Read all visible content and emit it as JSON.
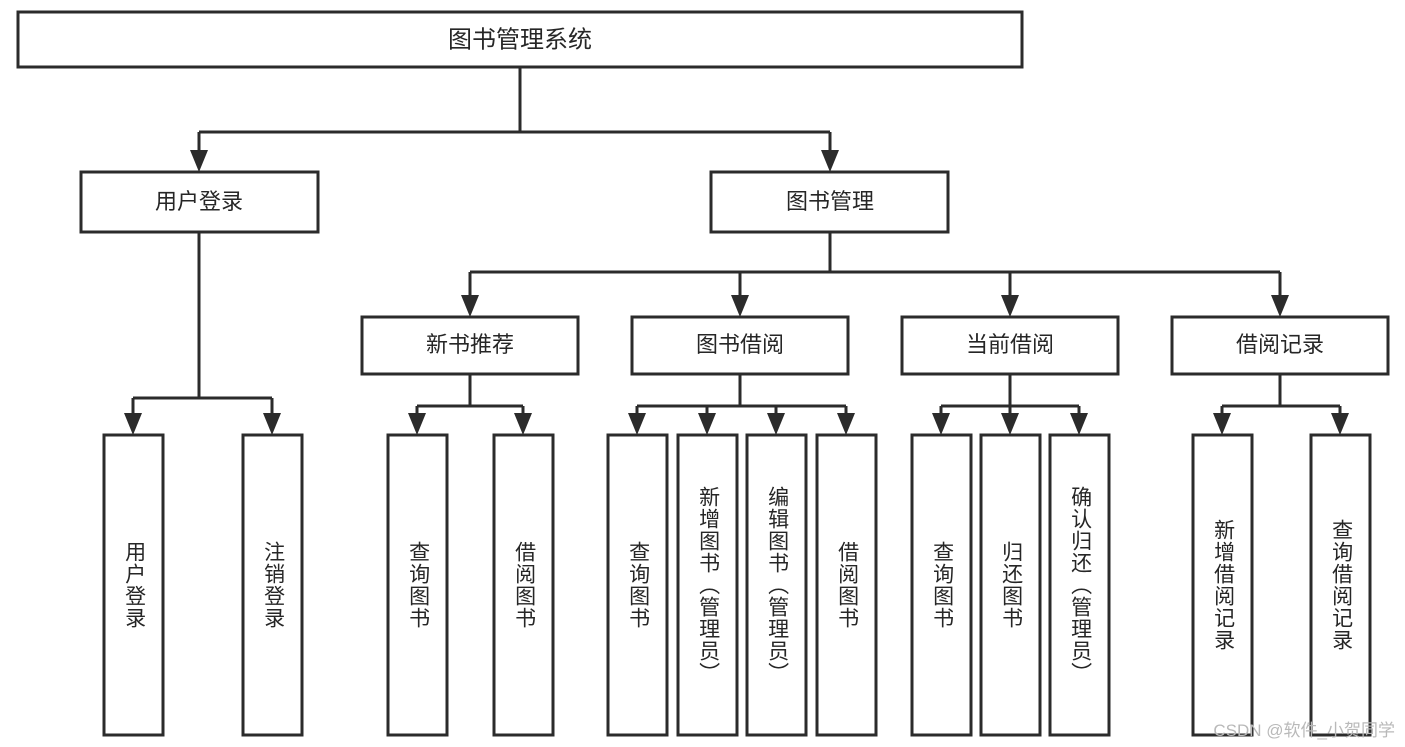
{
  "diagram": {
    "title": "图书管理系统",
    "type": "hierarchy-tree",
    "watermark": "CSDN @软件_小贺同学",
    "colors": {
      "stroke": "#2b2b2b",
      "fill": "#ffffff",
      "text": "#262626",
      "watermark": "#b9b9b9"
    },
    "levels": {
      "root": {
        "label": "图书管理系统"
      },
      "level2": [
        {
          "label": "用户登录"
        },
        {
          "label": "图书管理"
        }
      ],
      "level3": [
        {
          "label": "新书推荐"
        },
        {
          "label": "图书借阅"
        },
        {
          "label": "当前借阅"
        },
        {
          "label": "借阅记录"
        }
      ],
      "leaves": {
        "user_login": [
          {
            "label": "用户登录"
          },
          {
            "label": "注销登录"
          }
        ],
        "new_book_recommend": [
          {
            "label": "查询图书"
          },
          {
            "label": "借阅图书"
          }
        ],
        "book_borrow": [
          {
            "label": "查询图书"
          },
          {
            "label": "新增图书（管理员）"
          },
          {
            "label": "编辑图书（管理员）"
          },
          {
            "label": "借阅图书"
          }
        ],
        "current_borrow": [
          {
            "label": "查询图书"
          },
          {
            "label": "归还图书"
          },
          {
            "label": "确认归还（管理员）"
          }
        ],
        "borrow_record": [
          {
            "label": "新增借阅记录"
          },
          {
            "label": "查询借阅记录"
          }
        ]
      }
    }
  }
}
